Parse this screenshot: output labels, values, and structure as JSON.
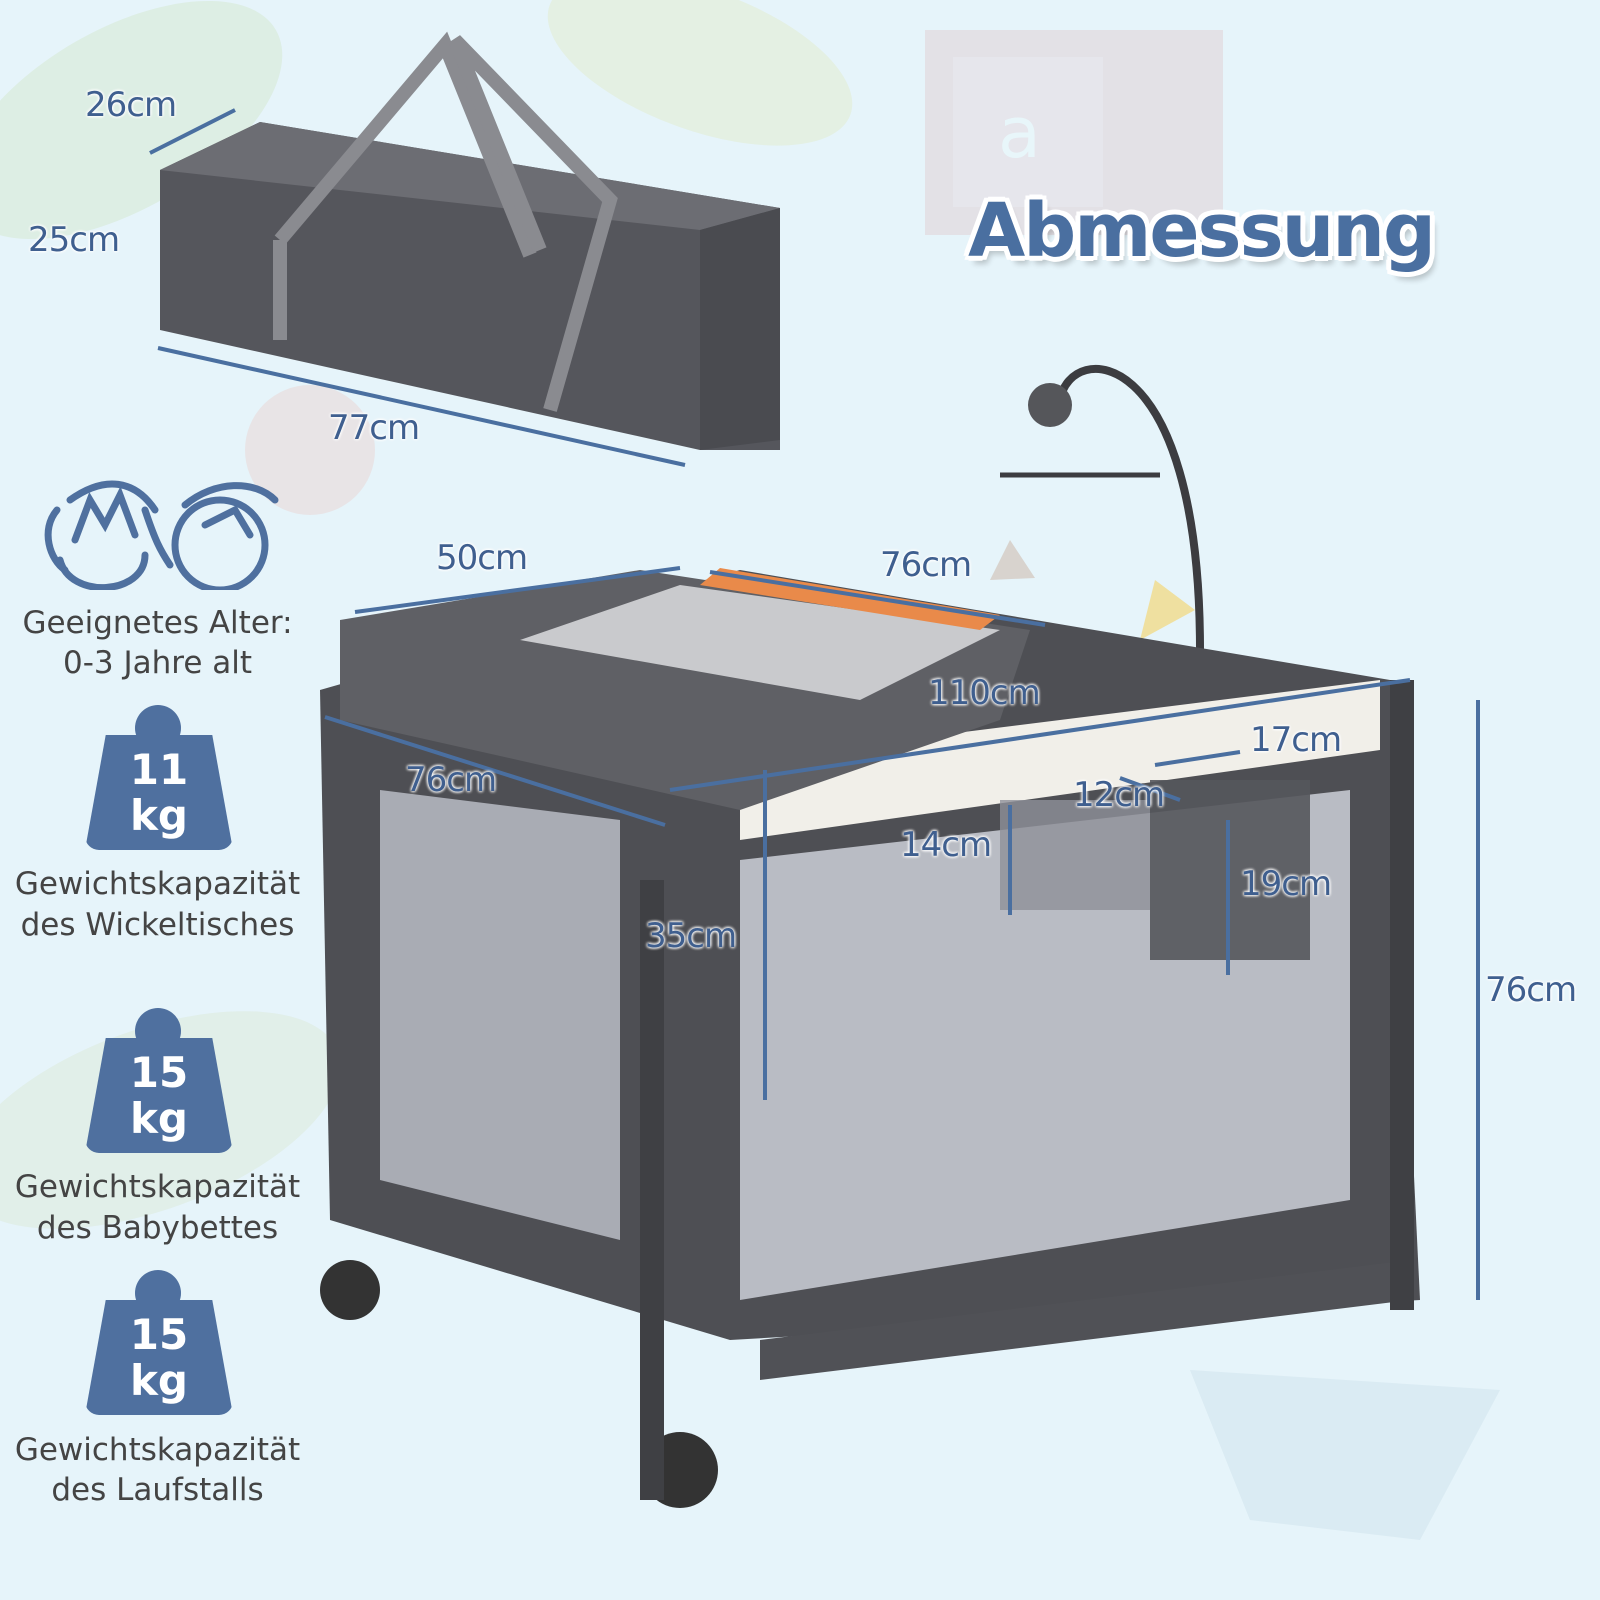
{
  "title": "Abmessung",
  "logo_letter": "a",
  "colors": {
    "accent": "#4a6fa0",
    "background": "#e6f4fa",
    "product": "#5a5a5e"
  },
  "bag_dimensions": {
    "depth": "26cm",
    "height": "25cm",
    "length": "77cm"
  },
  "crib_dimensions": {
    "changing_table_depth": "50cm",
    "changing_table_length": "76cm",
    "total_length": "110cm",
    "organizer_width": "17cm",
    "organizer_gap": "12cm",
    "crib_width": "76cm",
    "basket_height_small": "14cm",
    "basket_height_large": "19cm",
    "bassinet_depth": "35cm",
    "total_height": "76cm"
  },
  "features": {
    "age": {
      "icon": "children-faces-icon",
      "line1": "Geeignetes Alter:",
      "line2": "0-3 Jahre alt"
    },
    "weights": [
      {
        "icon": "weight-icon",
        "value": "11",
        "unit": "kg",
        "line1": "Gewichtskapazität",
        "line2": "des Wickeltisches"
      },
      {
        "icon": "weight-icon",
        "value": "15",
        "unit": "kg",
        "line1": "Gewichtskapazität",
        "line2": "des Babybettes"
      },
      {
        "icon": "weight-icon",
        "value": "15",
        "unit": "kg",
        "line1": "Gewichtskapazität",
        "line2": "des Laufstalls"
      }
    ]
  }
}
